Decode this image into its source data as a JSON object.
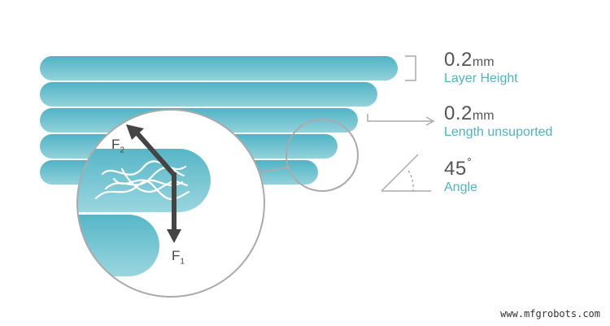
{
  "readouts": {
    "layer_height": {
      "value": "0.2",
      "unit": "mm",
      "label": "Layer Height"
    },
    "length_unsupported": {
      "value": "0.2",
      "unit": "mm",
      "label": "Length unsuported"
    },
    "angle": {
      "value": "45",
      "unit": "˚",
      "label": "Angle"
    }
  },
  "forces": {
    "f1": {
      "letter": "F",
      "index": "1"
    },
    "f2": {
      "letter": "F",
      "index": "2"
    }
  },
  "watermark": "www.mfgrobots.com",
  "colors": {
    "layer_top": "#4fb3c4",
    "layer_bottom": "#8fd0da",
    "accent_text": "#4fb3c4",
    "guide_gray": "#aaaaaa",
    "arrow": "#444444"
  }
}
